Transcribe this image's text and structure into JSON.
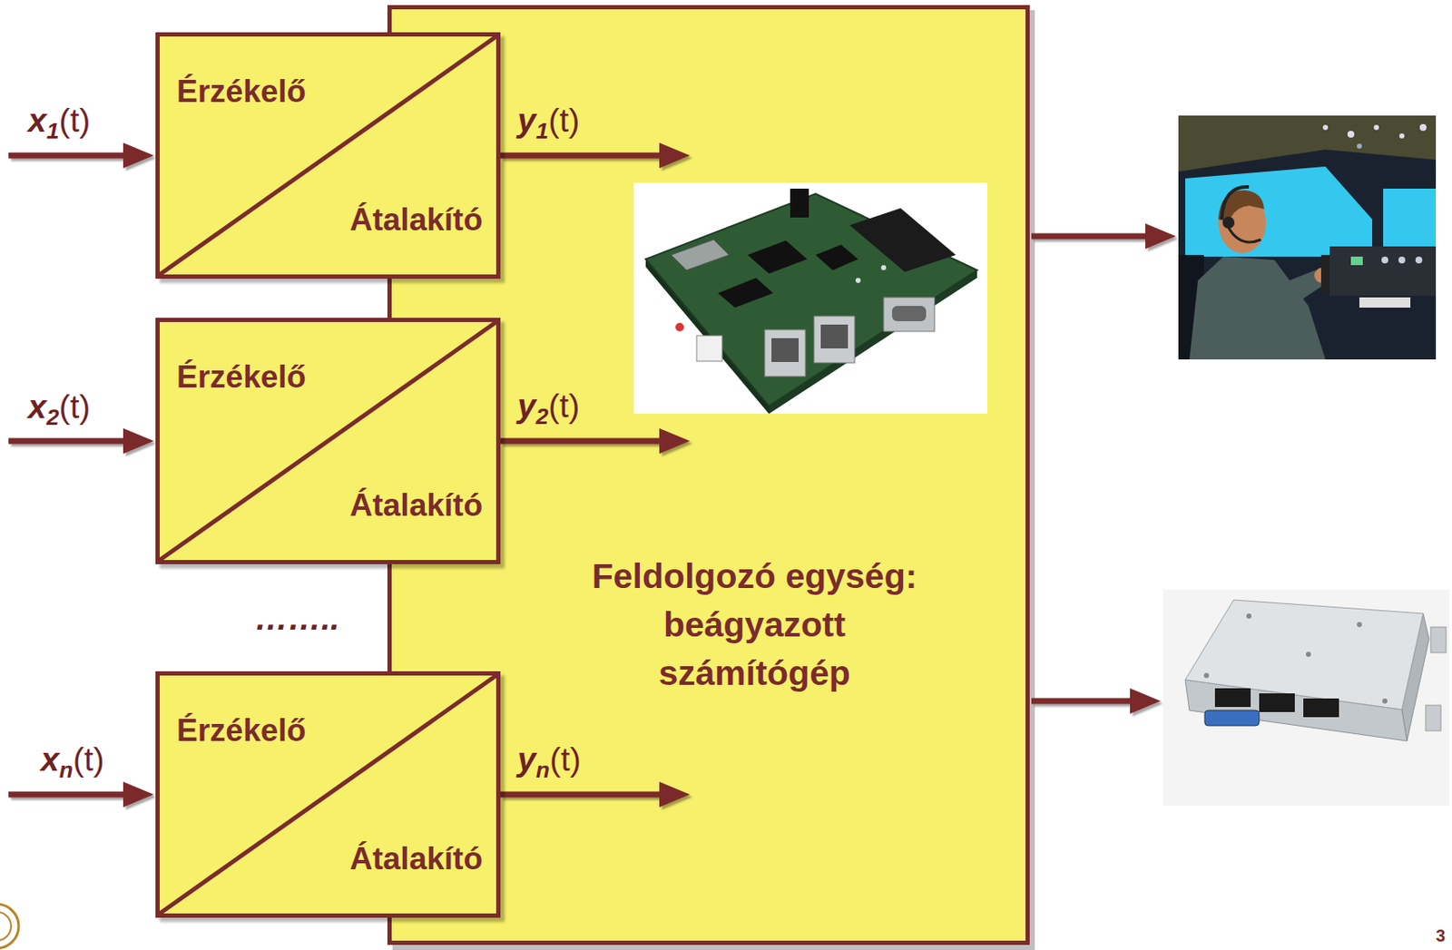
{
  "diagram": {
    "nodes": [
      {
        "text": [
          "Feldolgozó egység: beágyazott számítógép"
        ]
      },
      {
        "text": [
          "Érzékelő",
          "Átalakító"
        ]
      },
      {
        "text": [
          "Érzékelő",
          "Átalakító"
        ]
      },
      {
        "text": [
          "Érzékelő",
          "Átalakító"
        ]
      }
    ],
    "edges": [
      {
        "from": 1,
        "to": 0,
        "arrow": "to",
        "label": "y1(t)"
      },
      {
        "from": 2,
        "to": 0,
        "arrow": "to",
        "label": "y2(t)"
      },
      {
        "from": 3,
        "to": 0,
        "arrow": "to",
        "label": "yn(t)"
      }
    ],
    "labels": [
      "x1(t)",
      "x2(t)",
      "……..",
      "xn(t)",
      "3"
    ]
  }
}
